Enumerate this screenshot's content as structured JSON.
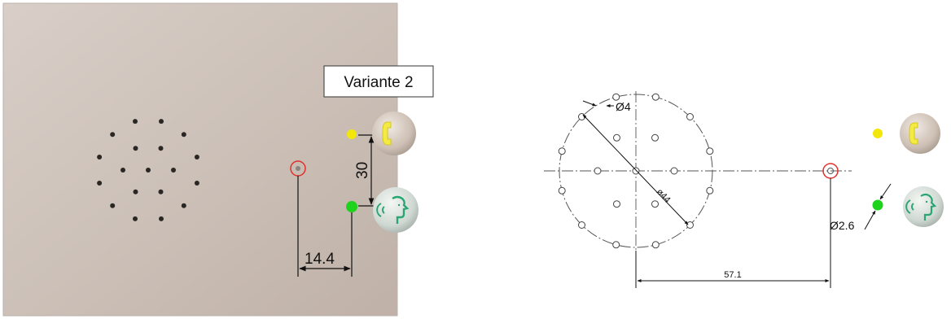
{
  "left_panel": {
    "variant_label": "Variante 2",
    "dim_vertical": "30",
    "dim_horizontal": "14.4",
    "icons": [
      "phone-icon",
      "speech-icon"
    ],
    "indicator_colors": {
      "yellow": "#f2e60a",
      "green": "#1ed21e",
      "target_ring": "#e0312b"
    }
  },
  "right_panel": {
    "dim_hole_diameter": "Ø4",
    "dim_pattern_diameter": "ø44",
    "dim_led_diameter": "Ø2.6",
    "dim_offset": "57.1",
    "icons": [
      "phone-icon",
      "speech-icon"
    ],
    "indicator_colors": {
      "yellow": "#f2e60a",
      "green": "#1ed21e",
      "target_ring": "#e0312b"
    }
  }
}
